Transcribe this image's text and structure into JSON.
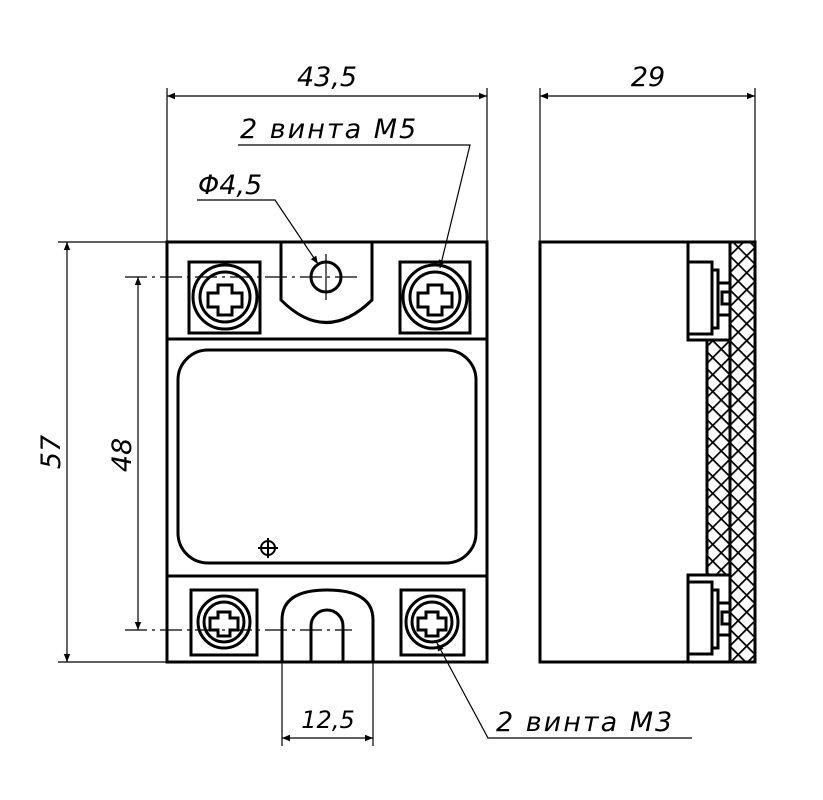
{
  "dimensions": {
    "width": "43,5",
    "depth": "29",
    "height": "57",
    "mount_spacing": "48",
    "slot_width": "12,5",
    "hole_diameter": "Φ4,5"
  },
  "callouts": {
    "top_screws": "2 винта М5",
    "bottom_screws": "2 винта М3"
  }
}
